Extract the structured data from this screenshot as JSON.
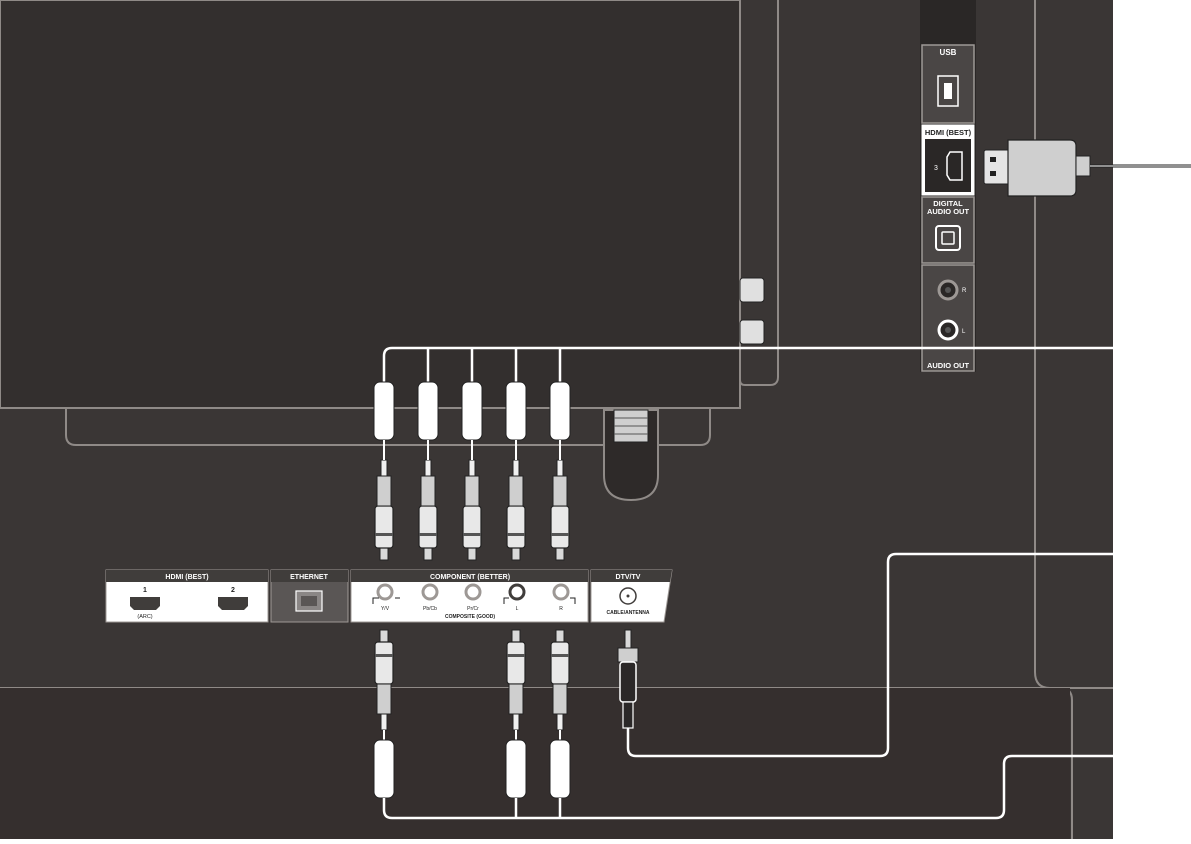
{
  "side_panel": {
    "usb_label": "USB",
    "hdmi3_label": "HDMI (BEST)",
    "hdmi3_number": "3",
    "digital_audio_line1": "DIGITAL",
    "digital_audio_line2": "AUDIO OUT",
    "audio_out_r": "R",
    "audio_out_l": "L",
    "audio_out_label": "AUDIO OUT"
  },
  "bottom_panel": {
    "hdmi_label": "HDMI (BEST)",
    "hdmi_port1_number": "1",
    "hdmi_port1_sub": "(ARC)",
    "hdmi_port2_number": "2",
    "ethernet_label": "ETHERNET",
    "component_label": "COMPONENT (BETTER)",
    "jack_labels": [
      "Y/V",
      "Pb/Cb",
      "Pr/Cr",
      "L",
      "R"
    ],
    "composite_label": "COMPOSITE (GOOD)",
    "dtv_label": "DTV/TV",
    "antenna_label": "CABLE/ANTENNA"
  },
  "colors": {
    "chassis": "#3a3635",
    "chassis_dark": "#2e2a29",
    "outline": "#9d9895",
    "label_bar": "#403d3b",
    "cable": "#ffffff",
    "coax": "#2b2828"
  }
}
